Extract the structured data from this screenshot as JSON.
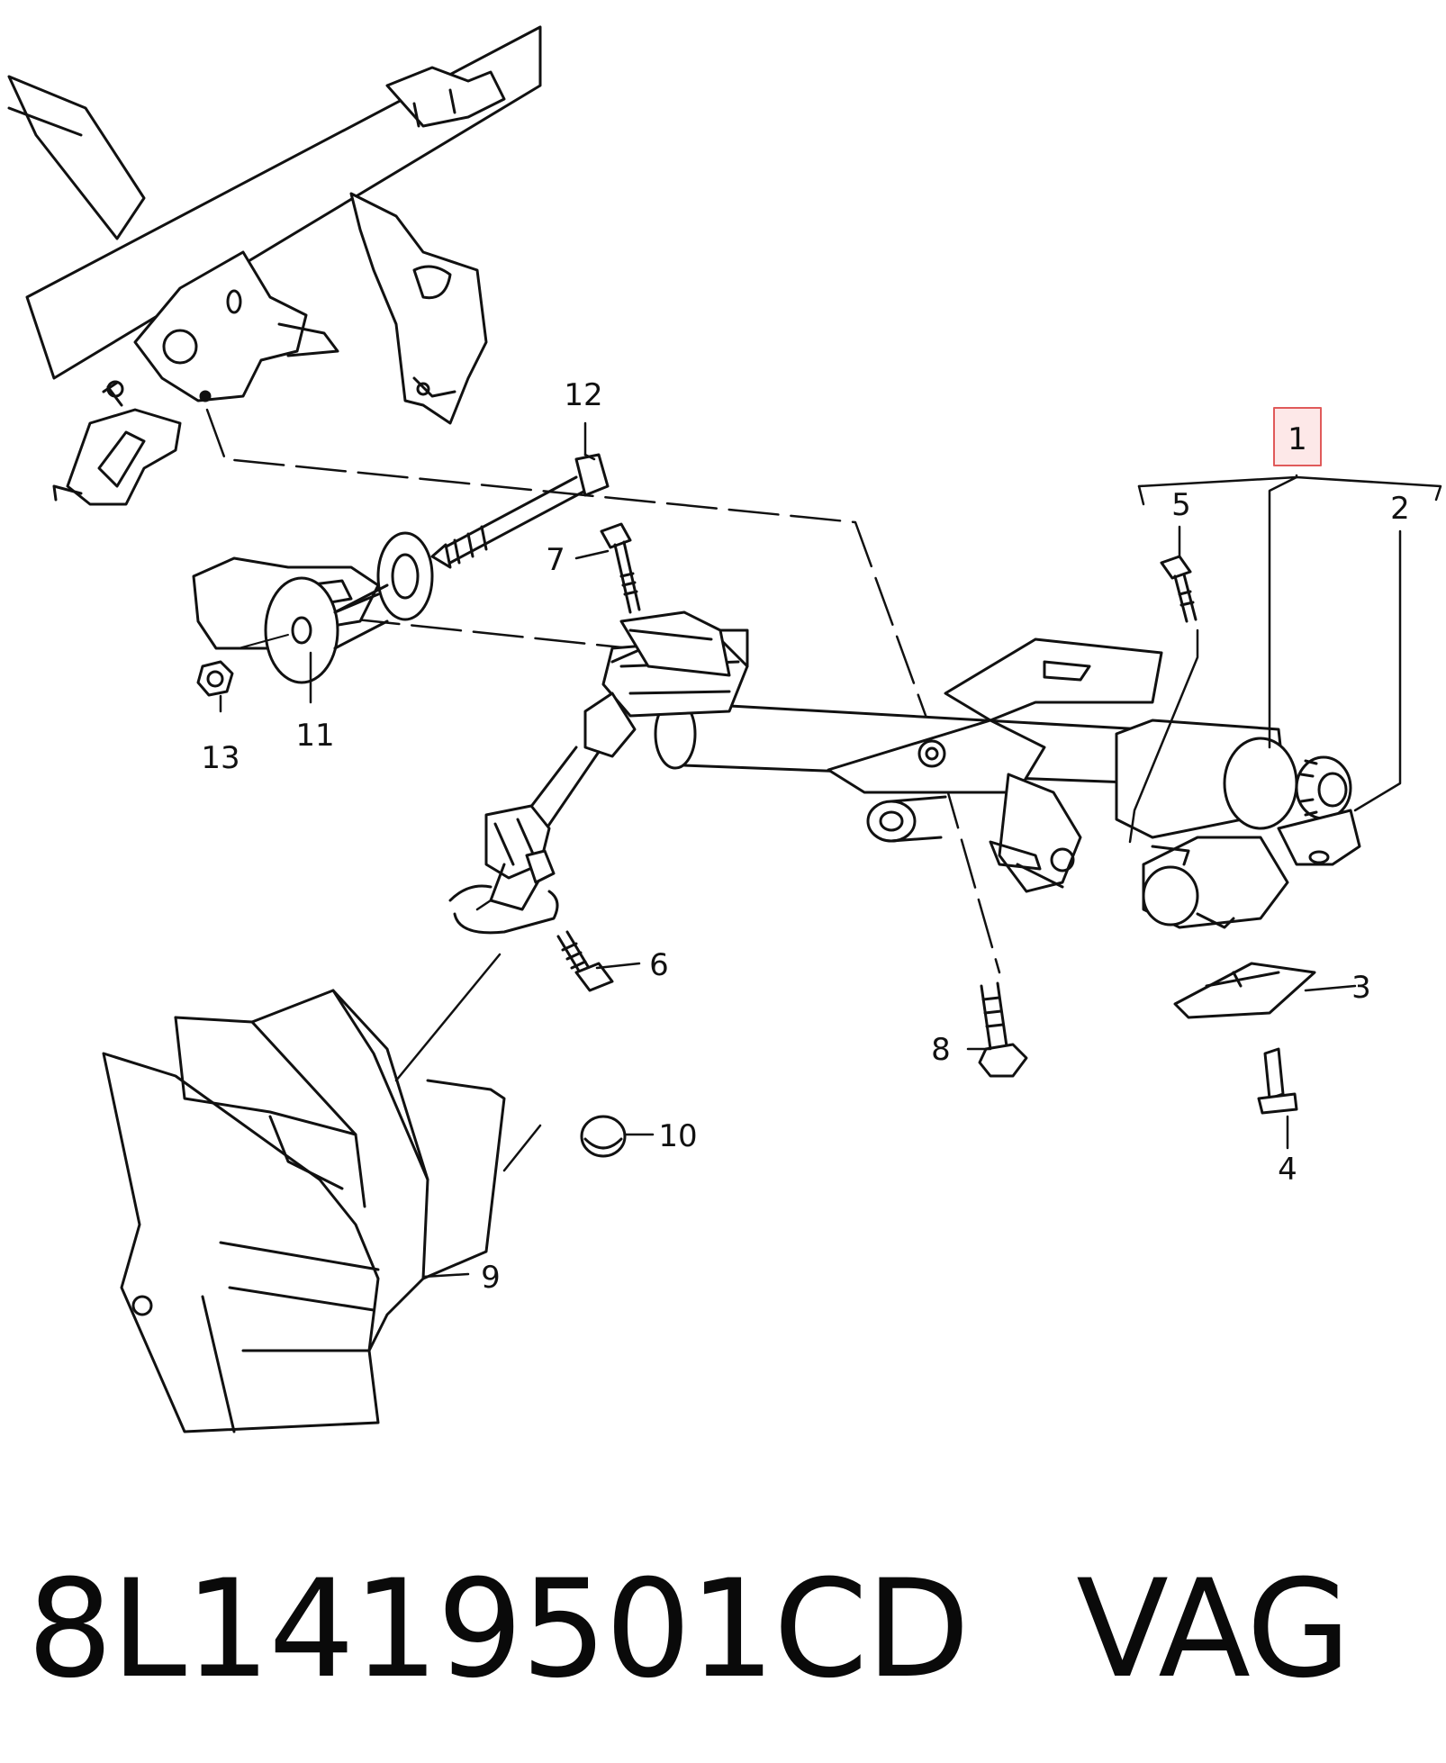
{
  "diagram": {
    "callouts": {
      "c1": "1",
      "c2": "2",
      "c3": "3",
      "c4": "4",
      "c5": "5",
      "c6": "6",
      "c7": "7",
      "c8": "8",
      "c9": "9",
      "c10": "10",
      "c11": "11",
      "c12": "12",
      "c13": "13"
    },
    "highlighted_callout": "1",
    "highlight_color": "#e05a5a",
    "line_color": "#111111"
  },
  "caption": {
    "part_number": "8L1419501CD",
    "brand": "VAG"
  }
}
